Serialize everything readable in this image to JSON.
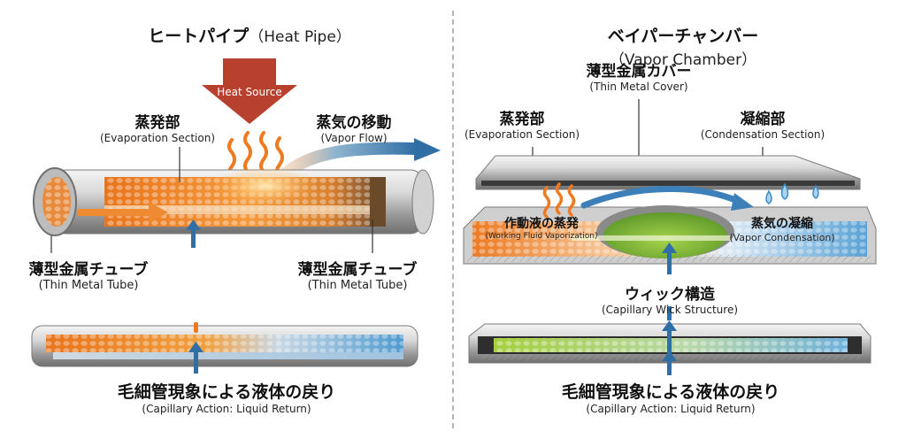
{
  "heat_pipe": {
    "title_jp": "ヒートパイプ",
    "title_en": "（Heat Pipe）",
    "heat_source": "Heat Source",
    "evaporation": {
      "jp": "蒸発部",
      "en": "(Evaporation Section)"
    },
    "vapor_flow": {
      "jp": "蒸気の移動",
      "en": "(Vapor Flow)"
    },
    "tube_left": {
      "jp": "薄型金属チューブ",
      "en": "(Thin Metal Tube)"
    },
    "tube_right": {
      "jp": "薄型金属チューブ",
      "en": "(Thin Metal Tube)"
    },
    "capillary": {
      "jp": "毛細管現象による液体の戻り",
      "en": "(Capillary Action: Liquid Return)"
    }
  },
  "vapor_chamber": {
    "title_jp": "ベイパーチャンバー",
    "title_en": "（Vapor Chamber）",
    "cover": {
      "jp": "薄型金属カバー",
      "en": "(Thin Metal Cover)"
    },
    "evaporation": {
      "jp": "蒸発部",
      "en": "(Evaporation Section)"
    },
    "condensation": {
      "jp": "凝縮部",
      "en": "(Condensation Section)"
    },
    "vaporization": {
      "jp": "作動液の蒸発",
      "en": "(Working Fluid Vaporization)"
    },
    "vapor_condensation": {
      "jp": "蒸気の凝縮",
      "en": "(Vapor Condensation)"
    },
    "wick": {
      "jp": "ウィック構造",
      "en": "(Capillary Wick Structure)"
    },
    "capillary": {
      "jp": "毛細管現象による液体の戻り",
      "en": "(Capillary Action: Liquid Return)"
    }
  },
  "colors": {
    "hot": "#f07a1e",
    "cold": "#3d8bc4",
    "arrow_blue": "#2f6fa6",
    "heat_arrow": "#b8402e",
    "wick_green": "#8cc63f",
    "metal": "#c8c8c8"
  }
}
